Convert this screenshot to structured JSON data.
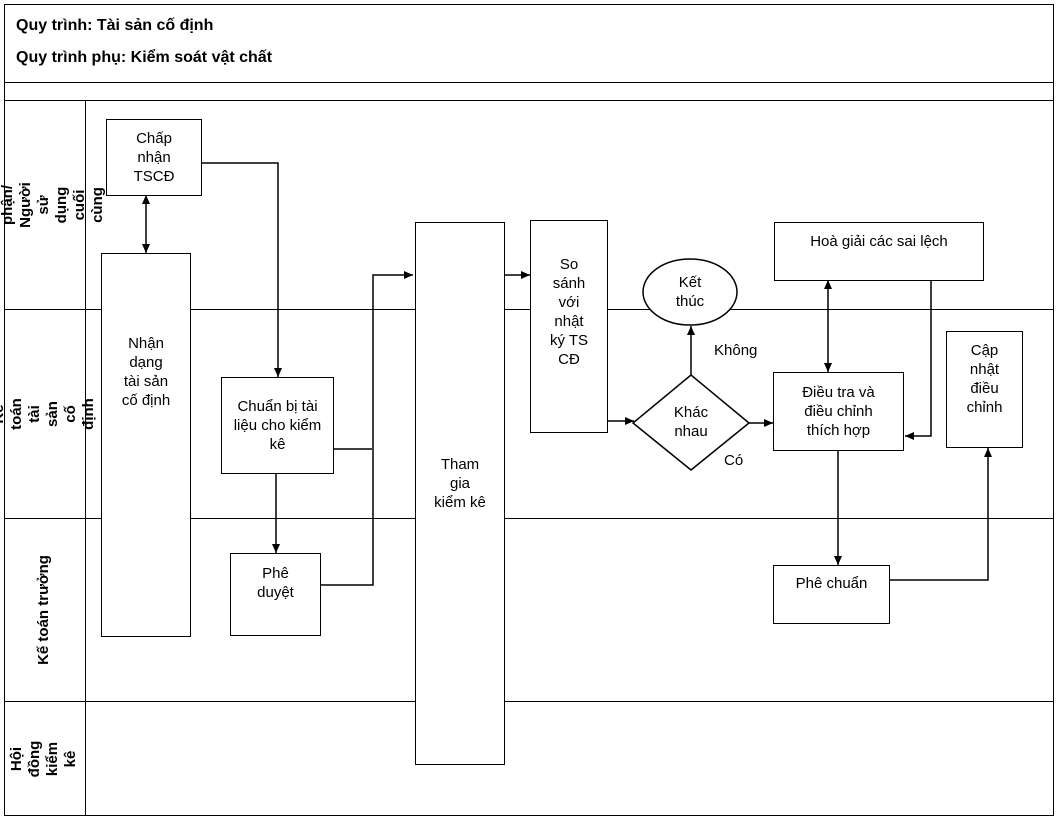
{
  "header": {
    "process": "Quy trình: Tài sản cố định",
    "subprocess": "Quy trình phụ: Kiểm soát vật chất"
  },
  "lanes": [
    "Bộ phận/ Người sử dụng cuối cùng",
    "Kế toán tài sản cố định",
    "Kế toán trưởng",
    "Hội đồng kiểm kê"
  ],
  "nodes": {
    "accept": "Chấp nhận TSCĐ",
    "identify": "Nhận dạng tài sản cố định",
    "prepare": "Chuẩn bị tài liệu cho kiểm kê",
    "approve": "Phê duyệt",
    "participate": "Tham gia kiểm kê",
    "compare": "So sánh với nhật ký TS CĐ",
    "end": "Kết thúc",
    "differ": "Khác nhau",
    "reconcile": "Hoà giải các sai lệch",
    "investigate": "Điều tra và điều chỉnh thích hợp",
    "update": "Cập nhật điều chỉnh",
    "final_approve": "Phê chuẩn"
  },
  "edge_labels": {
    "no": "Không",
    "yes": "Có"
  }
}
